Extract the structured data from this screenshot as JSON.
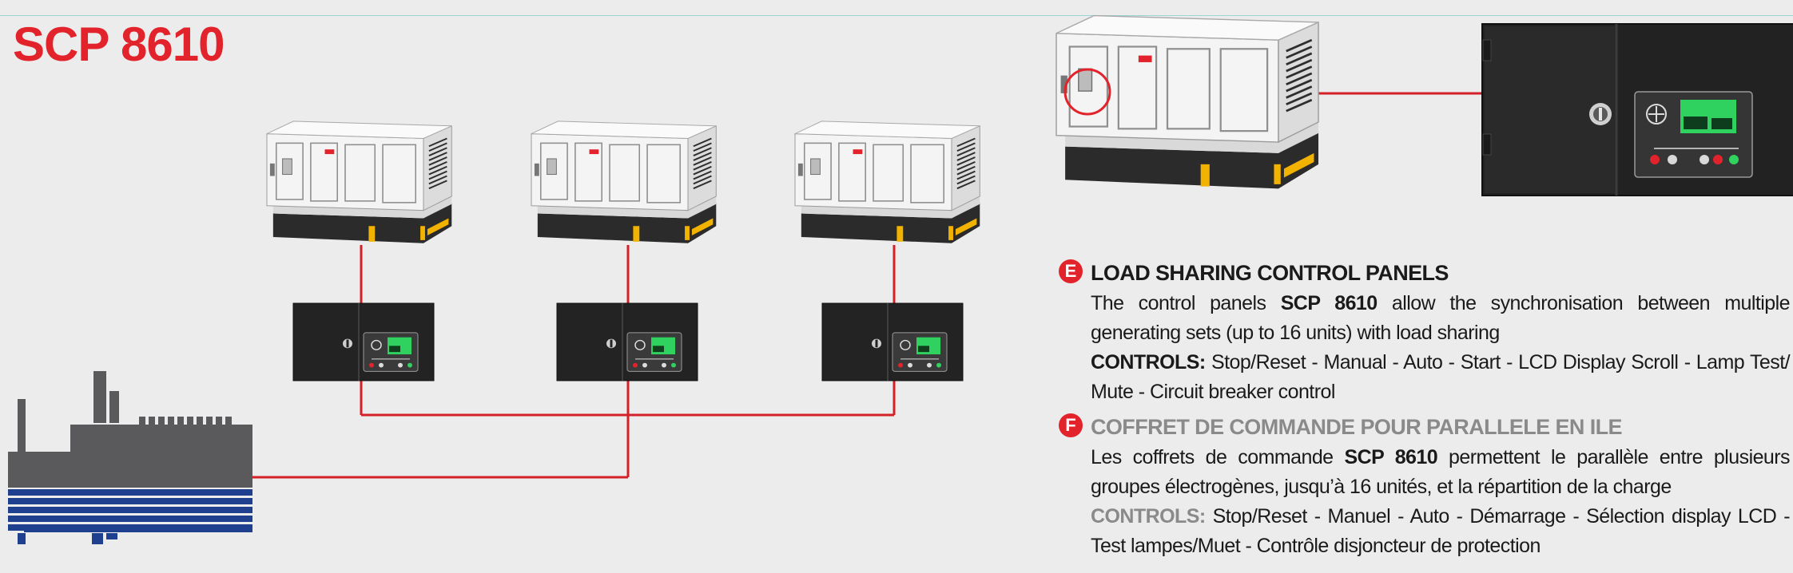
{
  "title": "SCP 8610",
  "section_e": {
    "badge": "E",
    "heading": "LOAD SHARING CONTROL PANELS",
    "desc_before": "The control panels ",
    "desc_bold": "SCP 8610",
    "desc_after": " allow the synchronisation between multiple generating sets (up to 16 units) with load sharing",
    "controls_label": "CONTROLS:",
    "controls_text": " Stop/Reset - Manual - Auto - Start - LCD Display Scroll - Lamp Test/ Mute - Circuit breaker control"
  },
  "section_f": {
    "badge": "F",
    "heading": "COFFRET DE COMMANDE POUR PARALLELE EN ILE",
    "desc_before": "Les coffrets de commande ",
    "desc_bold": "SCP 8610",
    "desc_after": " permettent le parallèle entre plusieurs groupes électrogènes, jusqu’à 16 unités, et la répartition de la charge",
    "controls_label": "CONTROLS:",
    "controls_text": " Stop/Reset - Manuel - Auto - Démarrage - Sélection display LCD - Test lampes/Muet - Contrôle disjoncteur de protection"
  },
  "colors": {
    "accent": "#e3232b",
    "wire": "#d42027",
    "panel": "#232323",
    "factory_gray": "#5a5a5c",
    "factory_blue": "#1f3f8f"
  }
}
